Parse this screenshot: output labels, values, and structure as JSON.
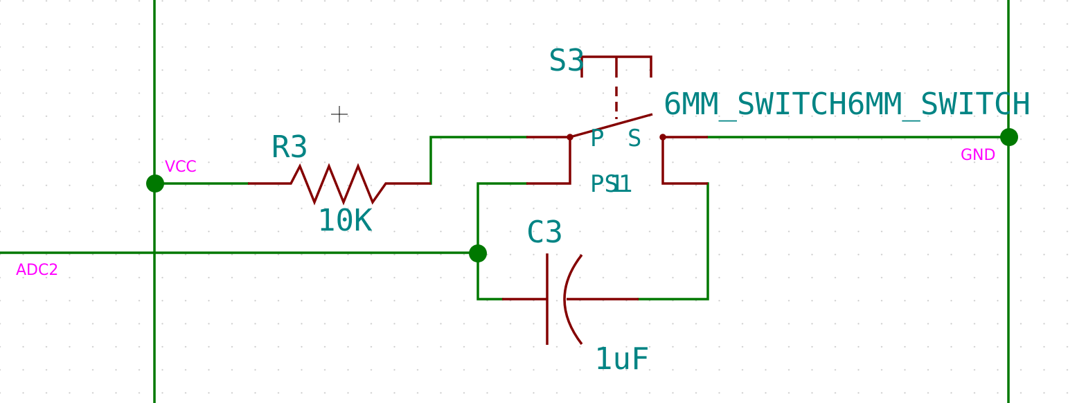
{
  "colors": {
    "background": "#ffffff",
    "grid_dot": "#c8c8c8",
    "wire": "#007800",
    "component": "#840000",
    "reference_text": "#008484",
    "net_label": "#ff00ff",
    "junction": "#007800"
  },
  "components": {
    "r3": {
      "reference": "R3",
      "value": "10K"
    },
    "c3": {
      "reference": "C3",
      "value": "1uF"
    },
    "s3": {
      "reference": "S3",
      "value": "6MM_SWITCH6MM_SWITCH",
      "pin_top_left": "P",
      "pin_top_right": "S",
      "pin_bottom": "PS1",
      "pin_bottom_overlap": "1"
    }
  },
  "nets": {
    "vcc": "VCC",
    "gnd": "GND",
    "adc2": "ADC2"
  },
  "cursor": "crosshair-icon"
}
